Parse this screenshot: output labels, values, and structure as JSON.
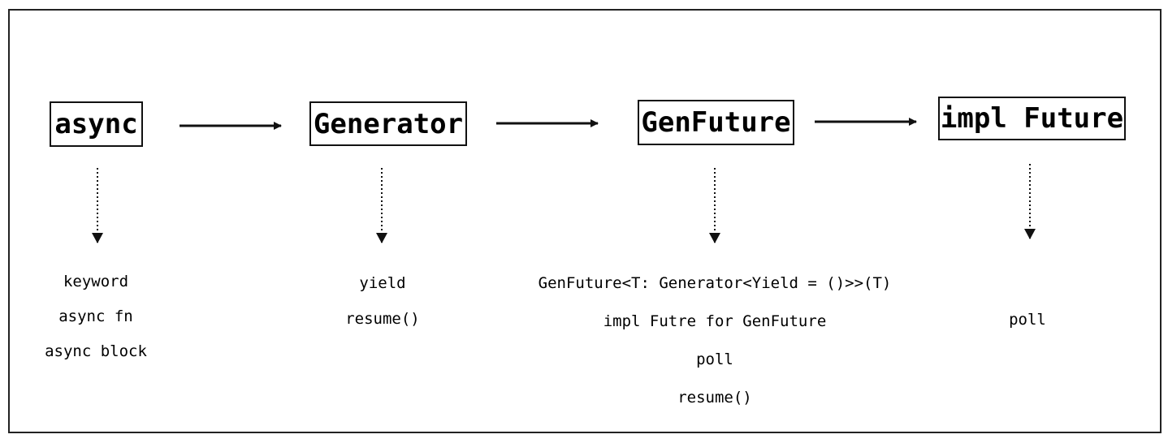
{
  "nodes": {
    "async": "async",
    "generator": "Generator",
    "genfuture": "GenFuture",
    "impl_future": "impl Future"
  },
  "details": {
    "async": [
      "keyword",
      "async fn",
      "async block"
    ],
    "generator": [
      "yield",
      "resume()"
    ],
    "genfuture": [
      "GenFuture<T: Generator<Yield = ()>>(T)",
      "impl Futre for GenFuture",
      "poll",
      "resume()"
    ],
    "impl_future": [
      "poll"
    ]
  },
  "colors": {
    "stroke": "#111111",
    "background": "#ffffff"
  }
}
